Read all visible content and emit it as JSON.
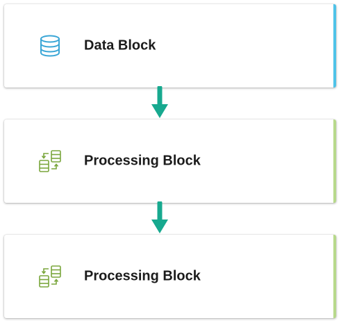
{
  "colors": {
    "data_accent": "#4fc3e8",
    "processing_accent": "#b7d98b",
    "arrow": "#17a98f",
    "data_icon": "#3aa6d6",
    "processing_icon": "#7aa63c"
  },
  "blocks": [
    {
      "label": "Data Block",
      "icon": "database-icon",
      "kind": "data"
    },
    {
      "label": "Processing Block",
      "icon": "processing-icon",
      "kind": "processing"
    },
    {
      "label": "Processing Block",
      "icon": "processing-icon",
      "kind": "processing"
    }
  ]
}
